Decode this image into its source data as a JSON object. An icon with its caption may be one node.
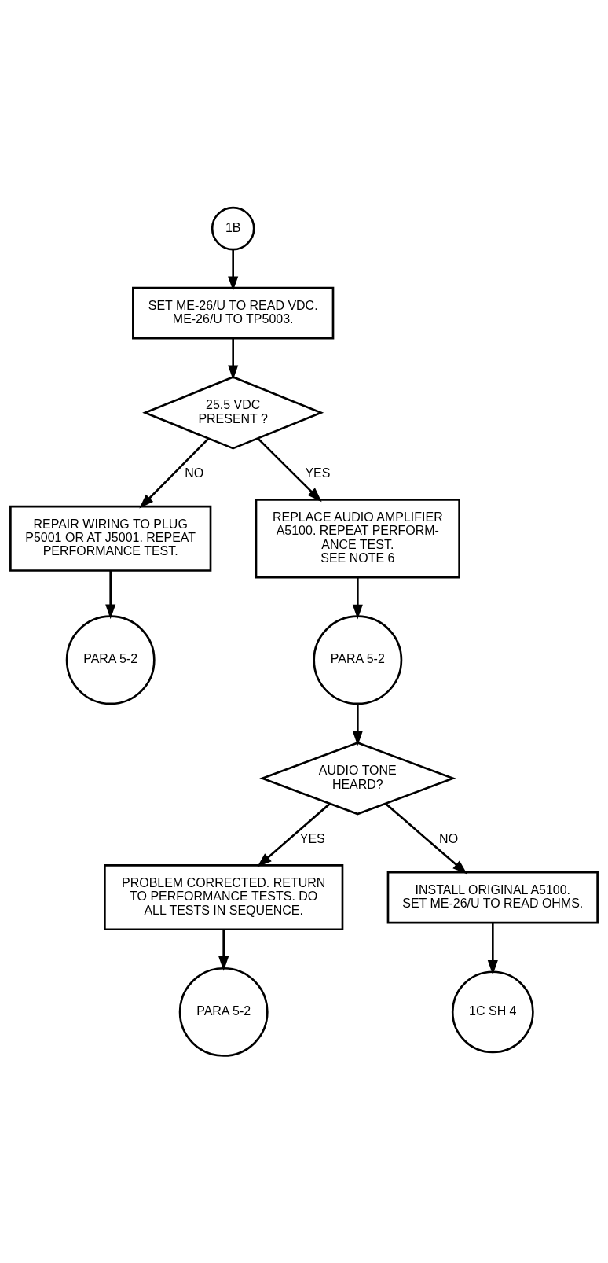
{
  "diagram": {
    "nodes": [
      {
        "text": [
          "1B"
        ]
      },
      {
        "text": [
          "SET ME-26/U TO READ VDC. ME-26/U TO TP5003."
        ]
      },
      {
        "text": [
          "25.5 VDC PRESENT ?"
        ]
      },
      {
        "text": [
          "REPAIR WIRING TO PLUG P5001 OR AT J5001. REPEAT PERFORMANCE TEST."
        ]
      },
      {
        "text": [
          "PARA 5-2"
        ]
      },
      {
        "text": [
          "REPLACE AUDIO AMPLIFIER A5100. REPEAT PERFORM- ANCE TEST.",
          "SEE NOTE 6"
        ]
      },
      {
        "text": [
          "PARA 5-2"
        ]
      },
      {
        "text": [
          "AUDIO TONE HEARD?"
        ]
      },
      {
        "text": [
          "PROBLEM CORRECTED. RETURN TO PERFORMANCE TESTS. DO ALL TESTS IN SEQUENCE."
        ]
      },
      {
        "text": [
          "PARA 5-2"
        ]
      },
      {
        "text": [
          "INSTALL ORIGINAL A5100. SET ME-26/U TO READ OHMS."
        ]
      },
      {
        "text": [
          "1C SH 4"
        ]
      }
    ],
    "edges": [
      {
        "from": 0,
        "to": 1,
        "arrow": "to"
      },
      {
        "from": 1,
        "to": 2,
        "arrow": "to"
      },
      {
        "from": 2,
        "to": 3,
        "arrow": "to",
        "label": "NO"
      },
      {
        "from": 3,
        "to": 4,
        "arrow": "to"
      },
      {
        "from": 2,
        "to": 5,
        "arrow": "to",
        "label": "YES"
      },
      {
        "from": 5,
        "to": 6,
        "arrow": "to"
      },
      {
        "from": 6,
        "to": 7,
        "arrow": "to"
      },
      {
        "from": 7,
        "to": 8,
        "arrow": "to",
        "label": "YES"
      },
      {
        "from": 8,
        "to": 9,
        "arrow": "to"
      },
      {
        "from": 7,
        "to": 10,
        "arrow": "to",
        "label": "NO"
      },
      {
        "from": 10,
        "to": 11,
        "arrow": "to"
      }
    ]
  }
}
